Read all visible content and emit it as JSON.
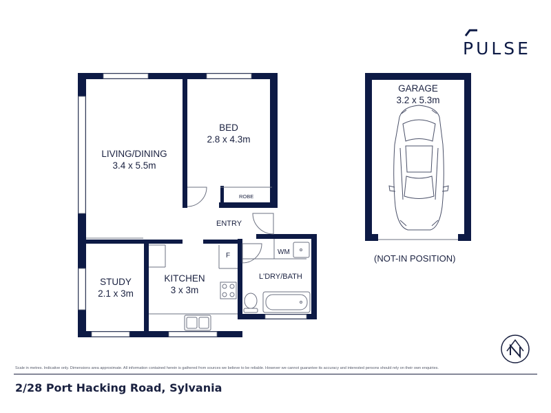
{
  "brand": {
    "name": "PULSE"
  },
  "rooms": {
    "living": {
      "name": "LIVING/DINING",
      "size": "3.4 x 5.5m"
    },
    "bed": {
      "name": "BED",
      "size": "2.8 x 4.3m"
    },
    "robe": {
      "name": "ROBE"
    },
    "entry": {
      "name": "ENTRY"
    },
    "study": {
      "name": "STUDY",
      "size": "2.1 x 3m"
    },
    "kitchen": {
      "name": "KITCHEN",
      "size": "3 x 3m"
    },
    "fridge": {
      "name": "F"
    },
    "washing_machine": {
      "name": "WM"
    },
    "laundry_bath": {
      "name": "L'DRY/BATH"
    },
    "garage": {
      "name": "GARAGE",
      "size": "3.2 x 5.3m"
    }
  },
  "garage_note": "(NOT-IN POSITION)",
  "compass": {
    "label": "N"
  },
  "footer": {
    "disclaimer": "Scale in metres. Indicative only. Dimensions area approximate. All information contained herein is gathered from sources we believe to be reliable. However we cannot guarantee its accuracy and interested persons should rely on their own enquiries.",
    "address": "2/28 Port Hacking Road, Sylvania"
  },
  "colors": {
    "wall": "#0d1a45",
    "text": "#1a2140",
    "line": "#6b7080"
  }
}
